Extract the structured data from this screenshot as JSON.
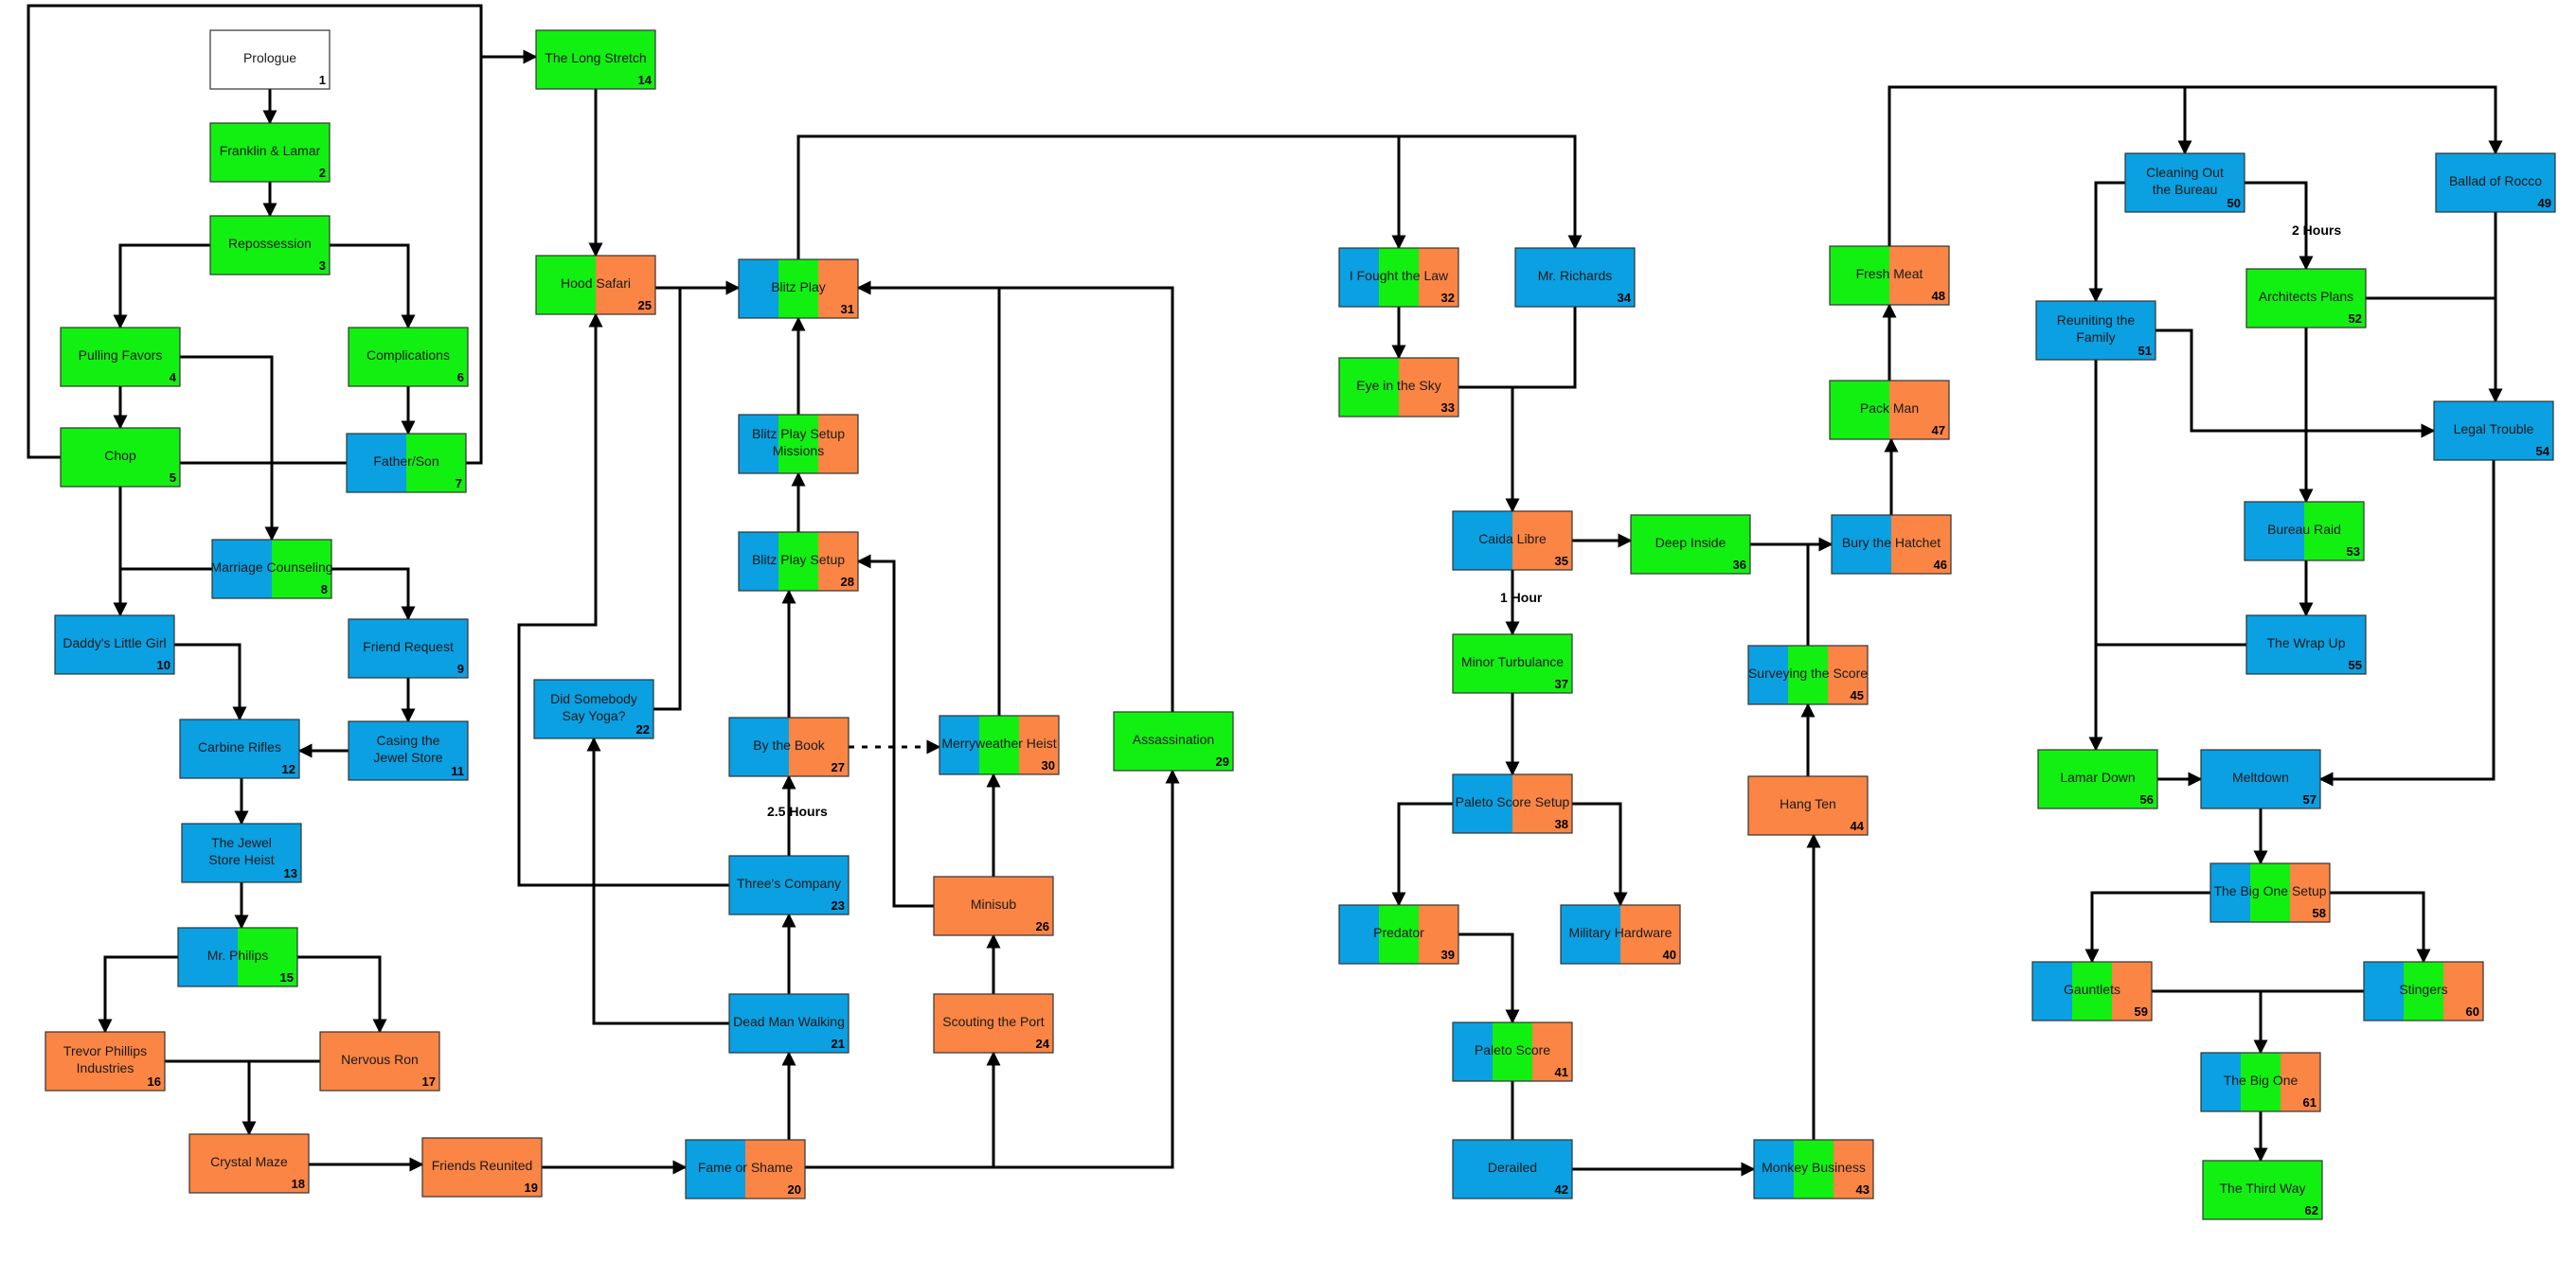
{
  "colors": {
    "blue": "#0aa0e2",
    "green": "#12f012",
    "orange": "#fb8544",
    "white": "#ffffff",
    "line": "#000000"
  },
  "edge_labels": {
    "e_2_5_hours": "2.5 Hours",
    "e_1_hour": "1 Hour",
    "e_2_hours": "2 Hours"
  },
  "nodes": [
    {
      "id": 1,
      "lines": [
        "Prologue"
      ],
      "colors": [
        "white"
      ]
    },
    {
      "id": 2,
      "lines": [
        "Franklin & Lamar"
      ],
      "colors": [
        "green"
      ]
    },
    {
      "id": 3,
      "lines": [
        "Repossession"
      ],
      "colors": [
        "green"
      ]
    },
    {
      "id": 4,
      "lines": [
        "Pulling Favors"
      ],
      "colors": [
        "green"
      ]
    },
    {
      "id": 5,
      "lines": [
        "Chop"
      ],
      "colors": [
        "green"
      ]
    },
    {
      "id": 6,
      "lines": [
        "Complications"
      ],
      "colors": [
        "green"
      ]
    },
    {
      "id": 7,
      "lines": [
        "Father/Son"
      ],
      "colors": [
        "blue",
        "green"
      ]
    },
    {
      "id": 8,
      "lines": [
        "Marriage Counseling"
      ],
      "colors": [
        "blue",
        "green"
      ]
    },
    {
      "id": 9,
      "lines": [
        "Friend Request"
      ],
      "colors": [
        "blue"
      ]
    },
    {
      "id": 10,
      "lines": [
        "Daddy's Little Girl"
      ],
      "colors": [
        "blue"
      ]
    },
    {
      "id": 11,
      "lines": [
        "Casing the",
        "Jewel Store"
      ],
      "colors": [
        "blue"
      ]
    },
    {
      "id": 12,
      "lines": [
        "Carbine Rifles"
      ],
      "colors": [
        "blue"
      ]
    },
    {
      "id": 13,
      "lines": [
        "The Jewel",
        "Store Heist"
      ],
      "colors": [
        "blue"
      ]
    },
    {
      "id": 14,
      "lines": [
        "The Long Stretch"
      ],
      "colors": [
        "green"
      ]
    },
    {
      "id": 15,
      "lines": [
        "Mr. Philips"
      ],
      "colors": [
        "blue",
        "green"
      ]
    },
    {
      "id": 16,
      "lines": [
        "Trevor Phillips",
        "Industries"
      ],
      "colors": [
        "orange"
      ]
    },
    {
      "id": 17,
      "lines": [
        "Nervous Ron"
      ],
      "colors": [
        "orange"
      ]
    },
    {
      "id": 18,
      "lines": [
        "Crystal Maze"
      ],
      "colors": [
        "orange"
      ]
    },
    {
      "id": 19,
      "lines": [
        "Friends Reunited"
      ],
      "colors": [
        "orange"
      ]
    },
    {
      "id": 20,
      "lines": [
        "Fame or Shame"
      ],
      "colors": [
        "blue",
        "orange"
      ]
    },
    {
      "id": 21,
      "lines": [
        "Dead Man Walking"
      ],
      "colors": [
        "blue"
      ]
    },
    {
      "id": 22,
      "lines": [
        "Did Somebody",
        "Say Yoga?"
      ],
      "colors": [
        "blue"
      ]
    },
    {
      "id": 23,
      "lines": [
        "Three's Company"
      ],
      "colors": [
        "blue"
      ]
    },
    {
      "id": 24,
      "lines": [
        "Scouting the Port"
      ],
      "colors": [
        "orange"
      ]
    },
    {
      "id": 25,
      "lines": [
        "Hood Safari"
      ],
      "colors": [
        "green",
        "orange"
      ]
    },
    {
      "id": 26,
      "lines": [
        "Minisub"
      ],
      "colors": [
        "orange"
      ]
    },
    {
      "id": 27,
      "lines": [
        "By the Book"
      ],
      "colors": [
        "blue",
        "orange"
      ]
    },
    {
      "id": 28,
      "lines": [
        "Blitz Play Setup"
      ],
      "colors": [
        "blue",
        "green",
        "orange"
      ]
    },
    {
      "id": 29,
      "lines": [
        "Assassination"
      ],
      "colors": [
        "green"
      ]
    },
    {
      "id": 30,
      "lines": [
        "Merryweather Heist"
      ],
      "colors": [
        "blue",
        "green",
        "orange"
      ]
    },
    {
      "id": 31,
      "lines": [
        "Blitz Play"
      ],
      "colors": [
        "blue",
        "green",
        "orange"
      ]
    },
    {
      "id": "31s",
      "lines": [
        "Blitz Play Setup",
        "Missions"
      ],
      "colors": [
        "blue",
        "green",
        "orange"
      ],
      "nonum": true
    },
    {
      "id": 32,
      "lines": [
        "I Fought the Law"
      ],
      "colors": [
        "blue",
        "green",
        "orange"
      ]
    },
    {
      "id": 33,
      "lines": [
        "Eye in the Sky"
      ],
      "colors": [
        "green",
        "orange"
      ]
    },
    {
      "id": 34,
      "lines": [
        "Mr. Richards"
      ],
      "colors": [
        "blue"
      ]
    },
    {
      "id": 35,
      "lines": [
        "Caida Libre"
      ],
      "colors": [
        "blue",
        "orange"
      ]
    },
    {
      "id": 36,
      "lines": [
        "Deep Inside"
      ],
      "colors": [
        "green"
      ]
    },
    {
      "id": 37,
      "lines": [
        "Minor Turbulance"
      ],
      "colors": [
        "green"
      ]
    },
    {
      "id": 38,
      "lines": [
        "Paleto Score Setup"
      ],
      "colors": [
        "blue",
        "orange"
      ]
    },
    {
      "id": 39,
      "lines": [
        "Predator"
      ],
      "colors": [
        "blue",
        "green",
        "orange"
      ]
    },
    {
      "id": 40,
      "lines": [
        "Military Hardware"
      ],
      "colors": [
        "blue",
        "orange"
      ]
    },
    {
      "id": 41,
      "lines": [
        "Paleto Score"
      ],
      "colors": [
        "blue",
        "green",
        "orange"
      ]
    },
    {
      "id": 42,
      "lines": [
        "Derailed"
      ],
      "colors": [
        "blue"
      ]
    },
    {
      "id": 43,
      "lines": [
        "Monkey Business"
      ],
      "colors": [
        "blue",
        "green",
        "orange"
      ]
    },
    {
      "id": 44,
      "lines": [
        "Hang Ten"
      ],
      "colors": [
        "orange"
      ]
    },
    {
      "id": 45,
      "lines": [
        "Surveying the Score"
      ],
      "colors": [
        "blue",
        "green",
        "orange"
      ]
    },
    {
      "id": 46,
      "lines": [
        "Bury the Hatchet"
      ],
      "colors": [
        "blue",
        "orange"
      ]
    },
    {
      "id": 47,
      "lines": [
        "Pack Man"
      ],
      "colors": [
        "green",
        "orange"
      ]
    },
    {
      "id": 48,
      "lines": [
        "Fresh Meat"
      ],
      "colors": [
        "green",
        "orange"
      ]
    },
    {
      "id": 49,
      "lines": [
        "Ballad of Rocco"
      ],
      "colors": [
        "blue"
      ]
    },
    {
      "id": 50,
      "lines": [
        "Cleaning Out",
        "the Bureau"
      ],
      "colors": [
        "blue"
      ]
    },
    {
      "id": 51,
      "lines": [
        "Reuniting the",
        "Family"
      ],
      "colors": [
        "blue"
      ]
    },
    {
      "id": 52,
      "lines": [
        "Architects Plans"
      ],
      "colors": [
        "green"
      ]
    },
    {
      "id": 53,
      "lines": [
        "Bureau Raid"
      ],
      "colors": [
        "blue",
        "green"
      ]
    },
    {
      "id": 54,
      "lines": [
        "Legal Trouble"
      ],
      "colors": [
        "blue"
      ]
    },
    {
      "id": 55,
      "lines": [
        "The Wrap Up"
      ],
      "colors": [
        "blue"
      ]
    },
    {
      "id": 56,
      "lines": [
        "Lamar Down"
      ],
      "colors": [
        "green"
      ]
    },
    {
      "id": 57,
      "lines": [
        "Meltdown"
      ],
      "colors": [
        "blue"
      ]
    },
    {
      "id": 58,
      "lines": [
        "The Big One Setup"
      ],
      "colors": [
        "blue",
        "green",
        "orange"
      ]
    },
    {
      "id": 59,
      "lines": [
        "Gauntlets"
      ],
      "colors": [
        "blue",
        "green",
        "orange"
      ]
    },
    {
      "id": 60,
      "lines": [
        "Stingers"
      ],
      "colors": [
        "blue",
        "green",
        "orange"
      ]
    },
    {
      "id": 61,
      "lines": [
        "The Big One"
      ],
      "colors": [
        "blue",
        "green",
        "orange"
      ]
    },
    {
      "id": 62,
      "lines": [
        "The Third Way"
      ],
      "colors": [
        "green"
      ]
    }
  ]
}
